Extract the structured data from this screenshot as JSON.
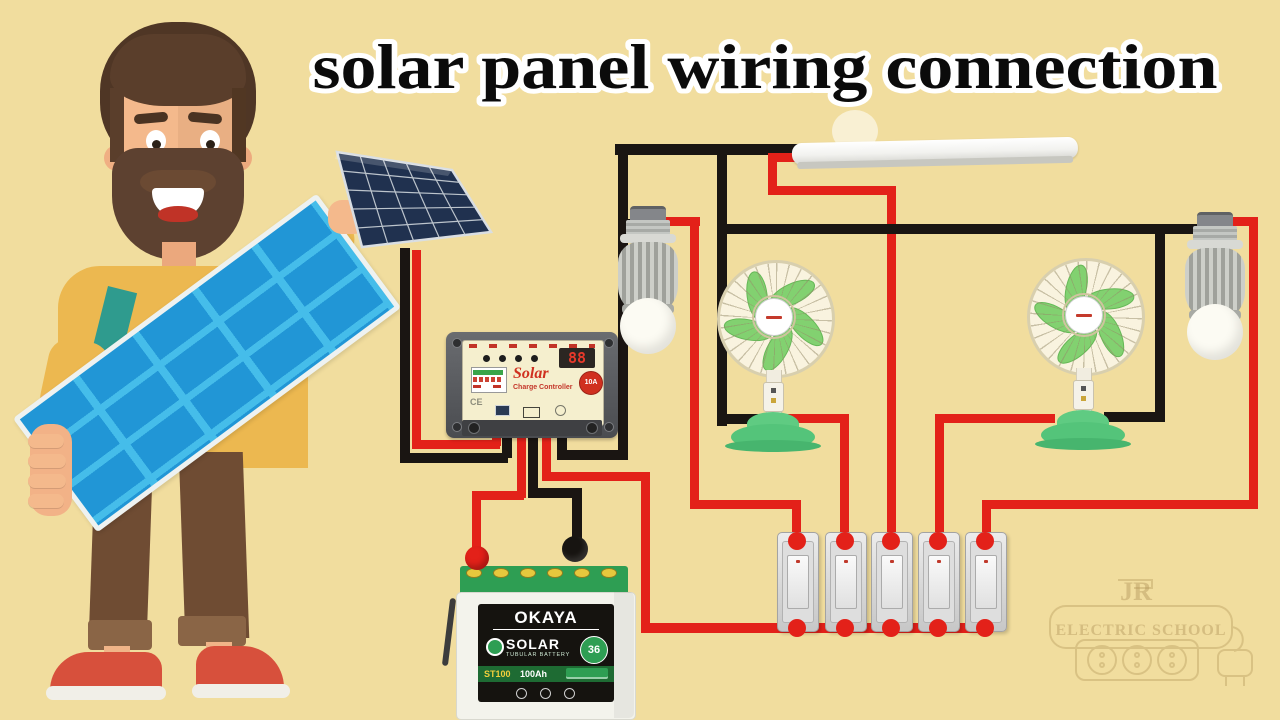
{
  "title": "solar panel wiring connection",
  "watermark": {
    "monogram": "JR",
    "school": "ELECTRIC SCHOOL"
  },
  "controller": {
    "brand": "Solar",
    "type_label": "Charge Controller",
    "display": "88",
    "rating": "10A",
    "ce": "CE"
  },
  "battery": {
    "brand": "OKAYA",
    "product": "SOLAR",
    "product_sub": "TUBULAR BATTERY",
    "warranty": "36",
    "model": "ST100",
    "capacity": "100Ah"
  },
  "colors": {
    "background": "#f1dd9e",
    "wire_red": "#e32119",
    "wire_black": "#1a1512",
    "panel_blue": "#2196d6",
    "panel_grid_blue": "#45bdea",
    "small_panel_navy": "#20314f",
    "fan_green": "#82d170",
    "base_green": "#54c47a",
    "battery_green": "#2e9e53",
    "shirt_yellow": "#ecb850",
    "skin": "#f4b98c",
    "pants_brown": "#6f4c33",
    "shoe_red": "#d7503c"
  }
}
